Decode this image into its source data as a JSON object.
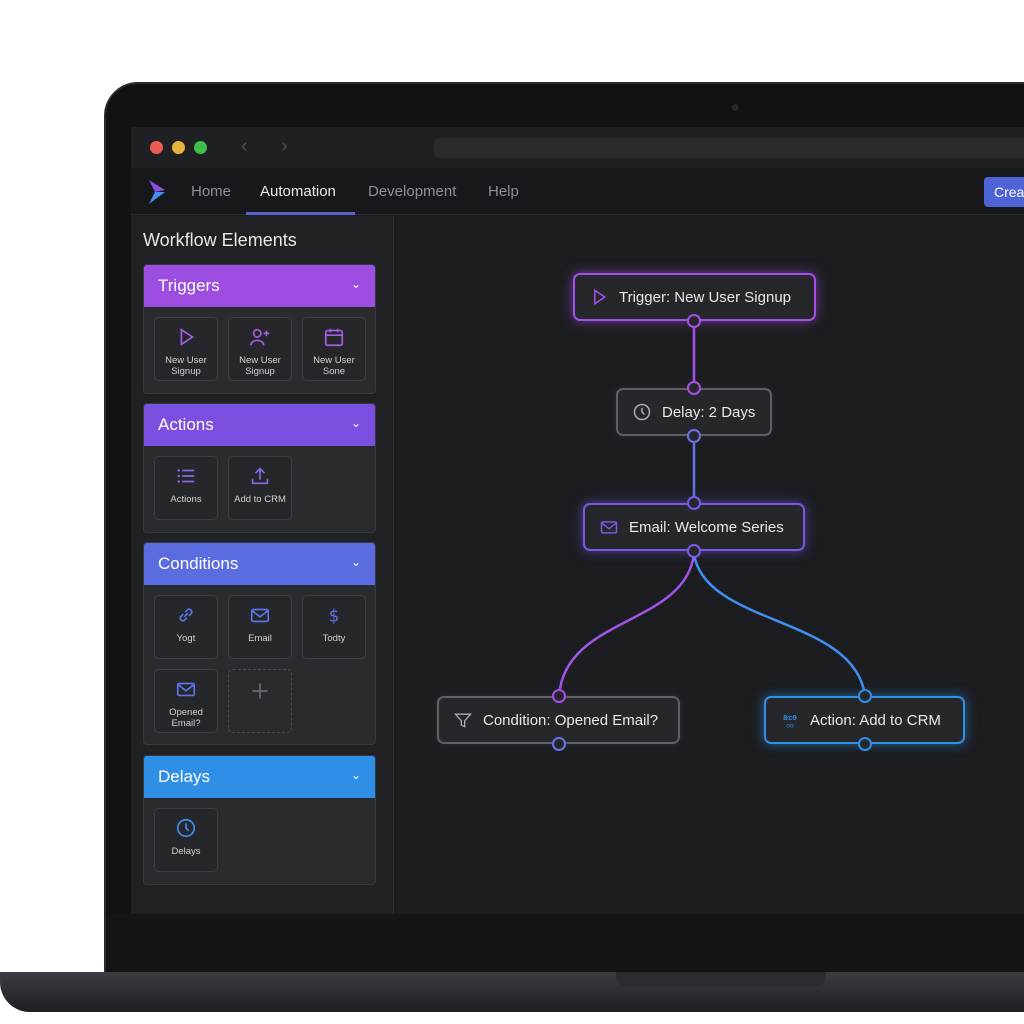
{
  "nav": {
    "items": [
      "Home",
      "Automation",
      "Development",
      "Help"
    ],
    "active": "Automation",
    "create_label": "Crea"
  },
  "sidebar": {
    "title": "Workflow Elements",
    "sections": [
      {
        "label": "Triggers",
        "color": "#9b4ee0",
        "tiles": [
          {
            "icon": "play-icon",
            "label": "New User Signup"
          },
          {
            "icon": "user-plus-icon",
            "label": "New User Signup"
          },
          {
            "icon": "calendar-icon",
            "label": "New User Sone"
          }
        ]
      },
      {
        "label": "Actions",
        "color": "#7b4fe0",
        "tiles": [
          {
            "icon": "list-icon",
            "label": "Actions"
          },
          {
            "icon": "upload-icon",
            "label": "Add to CRM"
          }
        ]
      },
      {
        "label": "Conditions",
        "color": "#5a6ce0",
        "tiles": [
          {
            "icon": "link-icon",
            "label": "Yogt"
          },
          {
            "icon": "mail-icon",
            "label": "Email"
          },
          {
            "icon": "dollar-icon",
            "label": "Todty"
          },
          {
            "icon": "mail-icon",
            "label": "Opened Email?"
          },
          {
            "icon": "plus-icon",
            "label": ""
          }
        ]
      },
      {
        "label": "Delays",
        "color": "#2f8ee6",
        "tiles": [
          {
            "icon": "clock-icon",
            "label": "Delays"
          }
        ]
      }
    ]
  },
  "workflow": {
    "nodes": [
      {
        "id": "trigger",
        "label": "Trigger: New User Signup",
        "icon": "play-icon",
        "color": "#a64ee8"
      },
      {
        "id": "delay",
        "label": "Delay: 2 Days",
        "icon": "clock-icon",
        "color": "#5c5f66"
      },
      {
        "id": "email",
        "label": "Email: Welcome Series",
        "icon": "mail-icon",
        "color": "#7a57e6"
      },
      {
        "id": "condition",
        "label": "Condition: Opened Email?",
        "icon": "filter-icon",
        "color": "#5c5f66"
      },
      {
        "id": "action",
        "label": "Action: Add to CRM",
        "icon": "crm-icon",
        "color": "#2f8ee6"
      }
    ]
  }
}
